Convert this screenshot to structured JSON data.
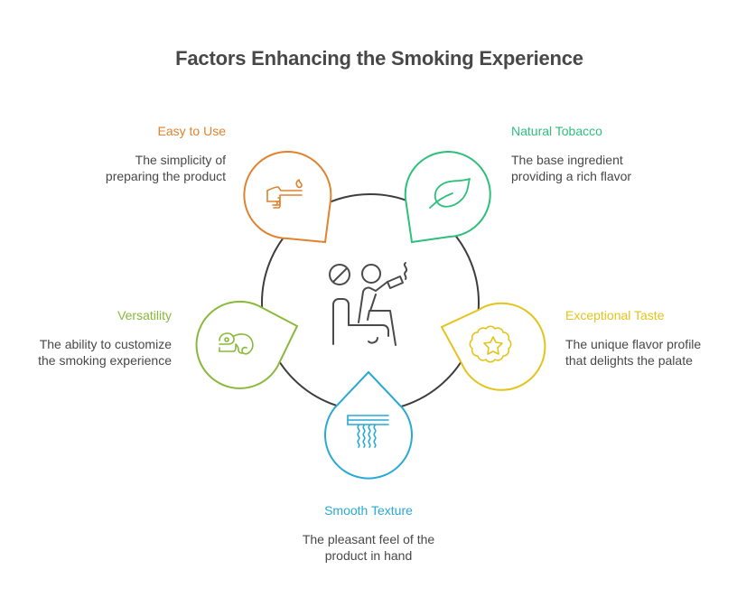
{
  "title": "Factors Enhancing the Smoking Experience",
  "center": {
    "icon": "person-smoking-icon"
  },
  "factors": [
    {
      "name": "Easy to Use",
      "description_line1": "The simplicity of",
      "description_line2": "preparing the product",
      "color": "#e0822f",
      "icon": "hand-lighter-icon"
    },
    {
      "name": "Natural Tobacco",
      "description_line1": "The base ingredient",
      "description_line2": "providing a rich flavor",
      "color": "#2fbf7c",
      "icon": "leaf-icon"
    },
    {
      "name": "Exceptional Taste",
      "description_line1": "The unique flavor profile",
      "description_line2": "that delights the palate",
      "color": "#e3c41c",
      "icon": "star-badge-icon"
    },
    {
      "name": "Smooth Texture",
      "description_line1": "The pleasant feel of the",
      "description_line2": "product in hand",
      "color": "#28a9d6",
      "icon": "heater-waves-icon"
    },
    {
      "name": "Versatility",
      "description_line1": "The ability to customize",
      "description_line2": "the smoking experience",
      "color": "#8ab93a",
      "icon": "chameleon-icon"
    }
  ]
}
